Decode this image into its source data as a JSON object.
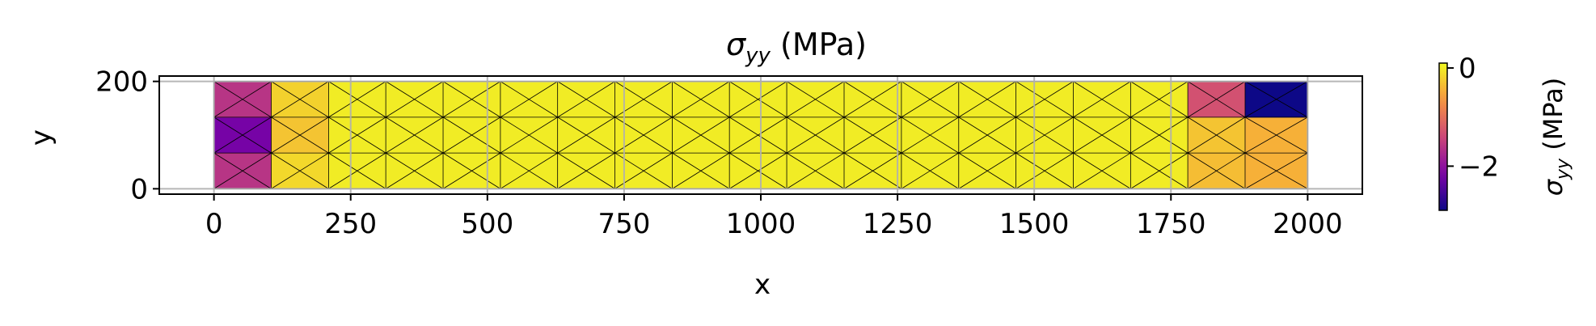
{
  "chart_data": {
    "type": "heatmap",
    "title_main": "σ",
    "title_sub": "yy",
    "title_rest": " (MPa)",
    "xlabel": "x",
    "ylabel": "y",
    "xlim": [
      -100,
      2100
    ],
    "ylim": [
      -10,
      210
    ],
    "xticks": [
      0,
      250,
      500,
      750,
      1000,
      1250,
      1500,
      1750,
      2000
    ],
    "yticks": [
      0,
      200
    ],
    "grid": true,
    "x_edges": [
      0,
      104.7,
      209.6,
      314.2,
      419.0,
      523.8,
      628.4,
      733.3,
      838.1,
      942.6,
      1047.4,
      1152.3,
      1257.1,
      1361.9,
      1466.5,
      1571.4,
      1676.2,
      1780.8,
      1885.6,
      2000
    ],
    "y_edges": [
      0,
      66.7,
      133.3,
      200
    ],
    "cell_values": [
      [
        -1.6,
        -0.15,
        0,
        0,
        0,
        0,
        0,
        0,
        0,
        0,
        0,
        0,
        0,
        0,
        0,
        0,
        0,
        -0.35,
        -0.45
      ],
      [
        -2.2,
        -0.3,
        0,
        0,
        0,
        0,
        0,
        0,
        0,
        0,
        0,
        0,
        0,
        0,
        0,
        0,
        0,
        -0.3,
        -0.45
      ],
      [
        -1.6,
        -0.2,
        0,
        0,
        0,
        0,
        0,
        0,
        0,
        0,
        0,
        0,
        0,
        0,
        0,
        0,
        0,
        -1.3,
        -2.9
      ]
    ],
    "colorbar": {
      "label_main": "σ",
      "label_sub": "yy",
      "label_rest": " (MPa)",
      "min": -2.9,
      "max": 0.1,
      "ticks": [
        0,
        -2
      ],
      "tick_labels": [
        "0",
        "−2"
      ],
      "colormap": "plasma"
    }
  }
}
